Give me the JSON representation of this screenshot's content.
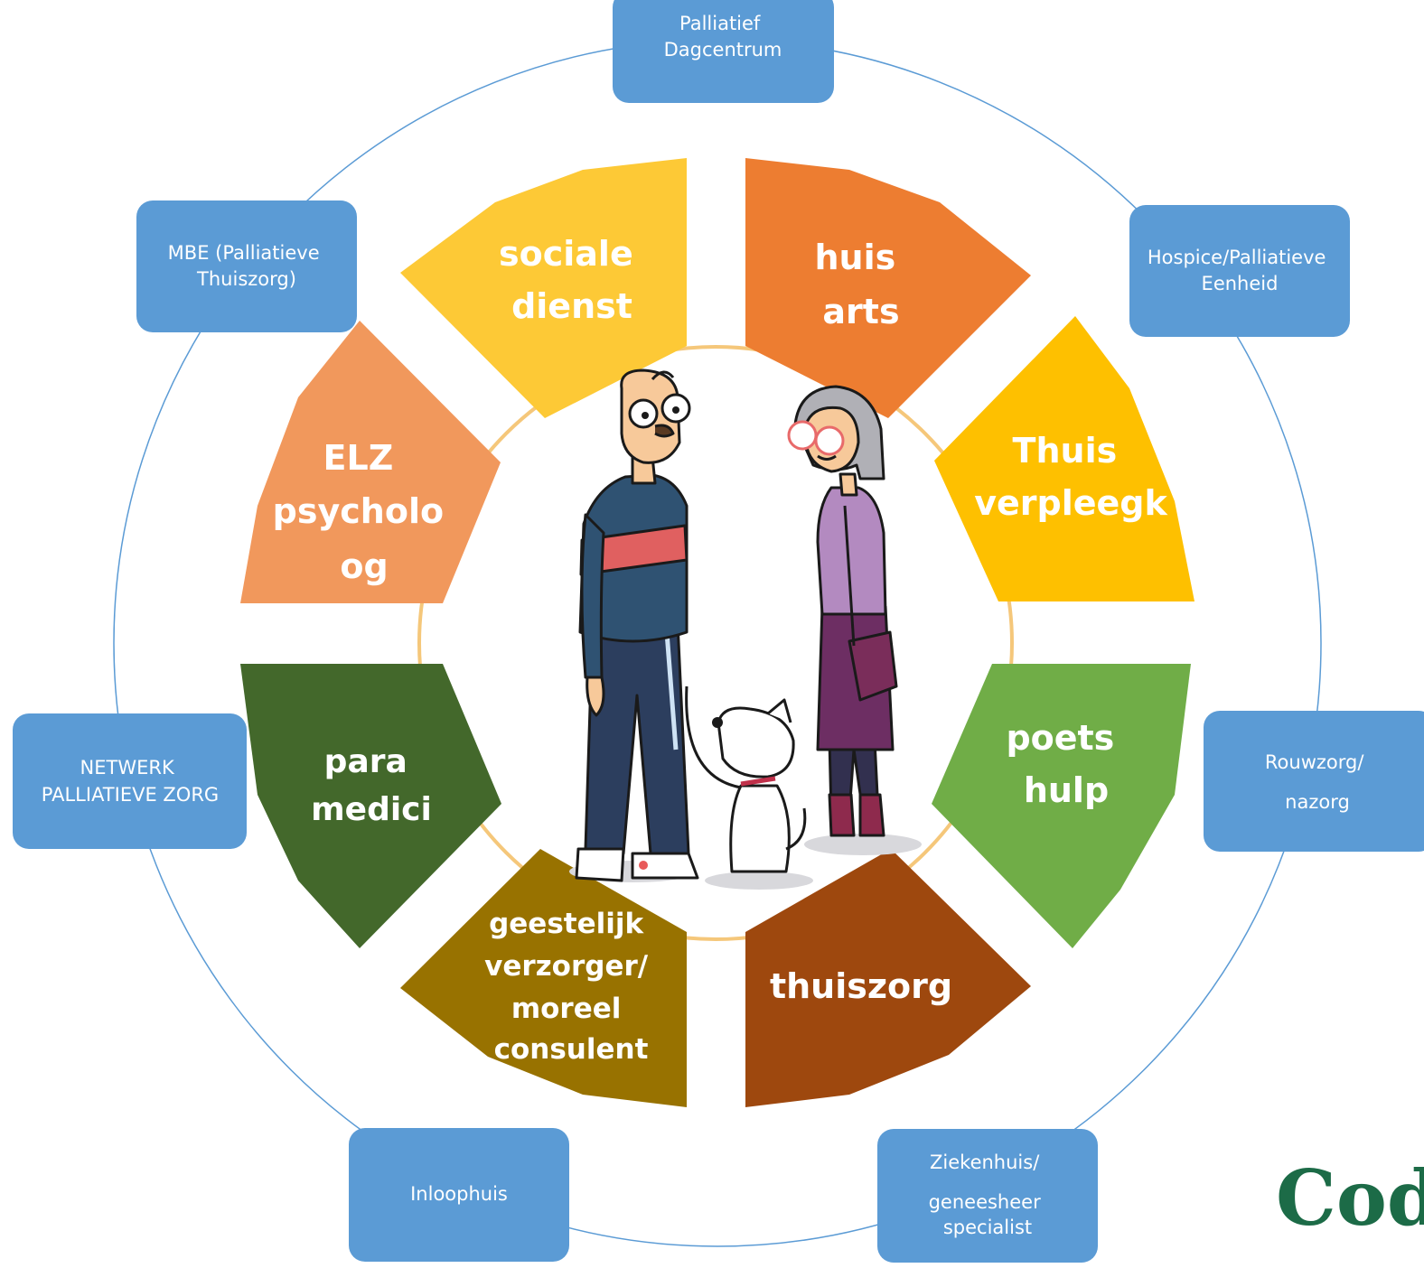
{
  "segments": [
    {
      "id": "sociale-dienst",
      "color": "#fdc936",
      "lines": [
        "sociale",
        "dienst"
      ]
    },
    {
      "id": "huis-arts",
      "color": "#ed7d31",
      "lines": [
        "huis",
        "arts"
      ]
    },
    {
      "id": "thuis-verpleegk",
      "color": "#fec000",
      "lines": [
        "Thuis",
        "verpleegk"
      ]
    },
    {
      "id": "poets-hulp",
      "color": "#70ad47",
      "lines": [
        "poets",
        "hulp"
      ]
    },
    {
      "id": "thuiszorg",
      "color": "#9e480e",
      "lines": [
        "thuiszorg"
      ]
    },
    {
      "id": "geestelijk-verzorger",
      "color": "#987200",
      "lines": [
        "geestelijk",
        "verzorger/",
        "moreel",
        "consulent"
      ]
    },
    {
      "id": "para-medici",
      "color": "#43682b",
      "lines": [
        "para",
        "medici"
      ]
    },
    {
      "id": "elz-psycholoog",
      "color": "#f1985c",
      "lines": [
        "ELZ",
        "psycholo",
        "og"
      ]
    }
  ],
  "boxes": [
    {
      "id": "palliatief-dagcentrum",
      "lines": [
        "Palliatief",
        "Dagcentrum"
      ]
    },
    {
      "id": "hospice",
      "lines": [
        "Hospice/Palliatieve",
        "Eenheid"
      ]
    },
    {
      "id": "rouwzorg",
      "lines": [
        "Rouwzorg/",
        "nazorg"
      ]
    },
    {
      "id": "ziekenhuis",
      "lines": [
        "Ziekenhuis/",
        "geneesheer",
        "specialist"
      ]
    },
    {
      "id": "inloophuis",
      "lines": [
        "Inloophuis"
      ]
    },
    {
      "id": "netwerk",
      "lines": [
        "NETWERK",
        "PALLIATIEVE  ZORG"
      ]
    },
    {
      "id": "mbe",
      "lines": [
        "MBE (Palliatieve",
        "Thuiszorg)"
      ]
    }
  ],
  "colors": {
    "box": "#5b9bd5",
    "outer_ring": "#5b9bd5",
    "inner_ring": "#f5c77a",
    "label_text": "#ffffff",
    "logo": "#1c6b47"
  },
  "illustration": {
    "figures": [
      "man-with-glasses",
      "woman-with-glasses",
      "dog-on-leash"
    ]
  },
  "logo": {
    "text": "Cod"
  }
}
